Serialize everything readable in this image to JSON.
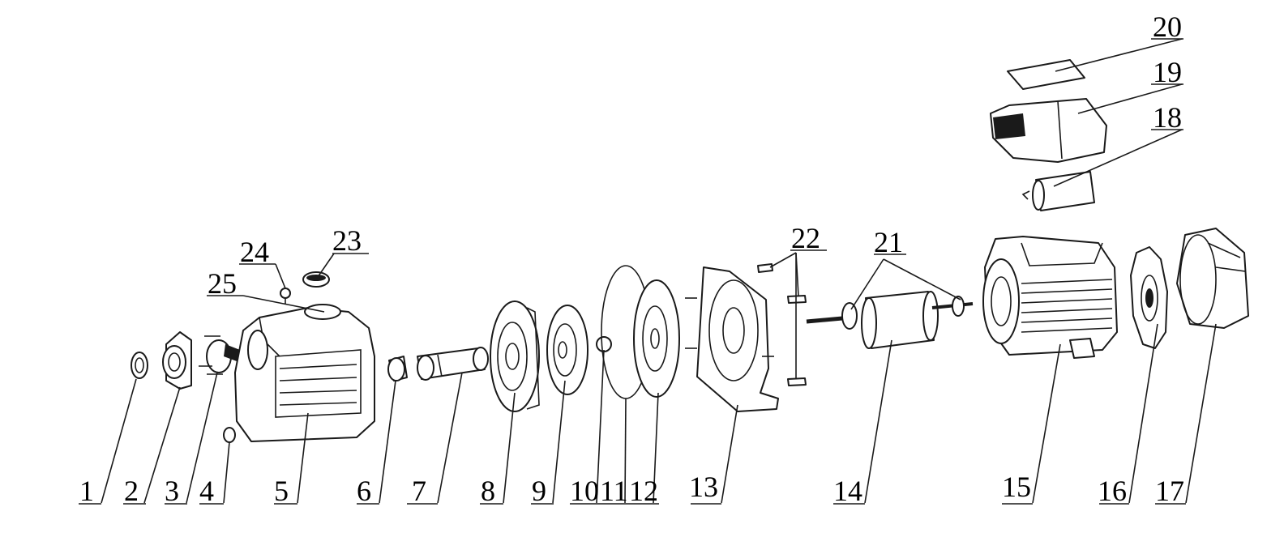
{
  "callouts": {
    "c1": "1",
    "c2": "2",
    "c3": "3",
    "c4": "4",
    "c5": "5",
    "c6": "6",
    "c7": "7",
    "c8": "8",
    "c9": "9",
    "c10": "10",
    "c11": "11",
    "c12": "12",
    "c13": "13",
    "c14": "14",
    "c15": "15",
    "c16": "16",
    "c17": "17",
    "c18": "18",
    "c19": "19",
    "c20": "20",
    "c21": "21",
    "c22": "22",
    "c23": "23",
    "c24": "24",
    "c25": "25"
  },
  "colors": {
    "line": "#1a1a1a",
    "background": "#ffffff",
    "text": "#000000"
  }
}
